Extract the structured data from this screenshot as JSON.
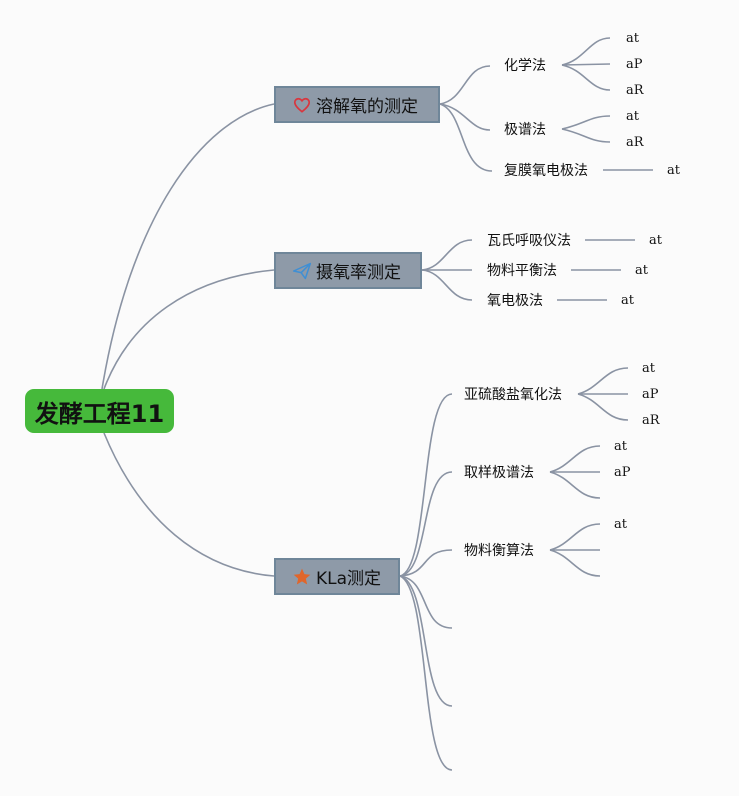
{
  "root": {
    "label": "发酵工程11"
  },
  "branches": [
    {
      "label": "溶解氧的测定",
      "icon": "heart-icon",
      "children": [
        {
          "label": "化学法",
          "leaves": [
            "at",
            "aP",
            "aR"
          ]
        },
        {
          "label": "极谱法",
          "leaves": [
            "at",
            "aR"
          ]
        },
        {
          "label": "复膜氧电极法",
          "leaves": [
            "at"
          ]
        }
      ]
    },
    {
      "label": "摄氧率测定",
      "icon": "paper-plane-icon",
      "children": [
        {
          "label": "瓦氏呼吸仪法",
          "leaves": [
            "at"
          ]
        },
        {
          "label": "物料平衡法",
          "leaves": [
            "at"
          ]
        },
        {
          "label": "氧电极法",
          "leaves": [
            "at"
          ]
        }
      ]
    },
    {
      "label": "KLa测定",
      "icon": "star-icon",
      "children": [
        {
          "label": "亚硫酸盐氧化法",
          "leaves": [
            "at",
            "aP",
            "aR"
          ]
        },
        {
          "label": "取样极谱法",
          "leaves": [
            "at",
            "aP"
          ]
        },
        {
          "label": "物料衡算法",
          "leaves": [
            "at"
          ]
        }
      ]
    }
  ],
  "colors": {
    "root": "#46b93b",
    "branch": "#8e9aa8",
    "line": "#8a93a3",
    "heart": "#d8373f",
    "plane": "#3f8fd4",
    "star": "#e0662b"
  }
}
